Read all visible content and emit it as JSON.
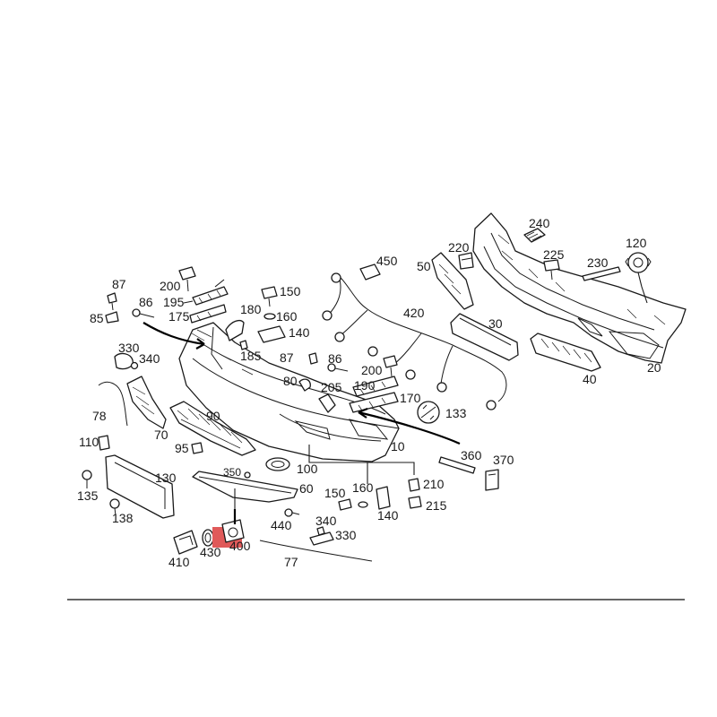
{
  "diagram": {
    "highlight_color": "#e05a5a",
    "labels": [
      {
        "id": "l240",
        "text": "240"
      },
      {
        "id": "l120",
        "text": "120"
      },
      {
        "id": "l220",
        "text": "220"
      },
      {
        "id": "l225",
        "text": "225"
      },
      {
        "id": "l230",
        "text": "230"
      },
      {
        "id": "l450",
        "text": "450"
      },
      {
        "id": "l50",
        "text": "50"
      },
      {
        "id": "l200a",
        "text": "200"
      },
      {
        "id": "l87a",
        "text": "87"
      },
      {
        "id": "l195",
        "text": "195"
      },
      {
        "id": "l150a",
        "text": "150"
      },
      {
        "id": "l86a",
        "text": "86"
      },
      {
        "id": "l175",
        "text": "175"
      },
      {
        "id": "l85",
        "text": "85"
      },
      {
        "id": "l180",
        "text": "180"
      },
      {
        "id": "l160a",
        "text": "160"
      },
      {
        "id": "l420",
        "text": "420"
      },
      {
        "id": "l30",
        "text": "30"
      },
      {
        "id": "l140a",
        "text": "140"
      },
      {
        "id": "l330a",
        "text": "330"
      },
      {
        "id": "l185",
        "text": "185"
      },
      {
        "id": "l87b",
        "text": "87"
      },
      {
        "id": "l86b",
        "text": "86"
      },
      {
        "id": "l340a",
        "text": "340"
      },
      {
        "id": "l200b",
        "text": "200"
      },
      {
        "id": "l20",
        "text": "20"
      },
      {
        "id": "l40",
        "text": "40"
      },
      {
        "id": "l80",
        "text": "80"
      },
      {
        "id": "l205",
        "text": "205"
      },
      {
        "id": "l190",
        "text": "190"
      },
      {
        "id": "l170",
        "text": "170"
      },
      {
        "id": "l133",
        "text": "133"
      },
      {
        "id": "l78",
        "text": "78"
      },
      {
        "id": "l90",
        "text": "90"
      },
      {
        "id": "l70",
        "text": "70"
      },
      {
        "id": "l110",
        "text": "110"
      },
      {
        "id": "l95",
        "text": "95"
      },
      {
        "id": "l10",
        "text": "10"
      },
      {
        "id": "l360",
        "text": "360"
      },
      {
        "id": "l370",
        "text": "370"
      },
      {
        "id": "l350",
        "text": "350"
      },
      {
        "id": "l100",
        "text": "100"
      },
      {
        "id": "l130",
        "text": "130"
      },
      {
        "id": "l60",
        "text": "60"
      },
      {
        "id": "l210",
        "text": "210"
      },
      {
        "id": "l135",
        "text": "135"
      },
      {
        "id": "l150b",
        "text": "150"
      },
      {
        "id": "l160b",
        "text": "160"
      },
      {
        "id": "l215",
        "text": "215"
      },
      {
        "id": "l140b",
        "text": "140"
      },
      {
        "id": "l138",
        "text": "138"
      },
      {
        "id": "l440",
        "text": "440"
      },
      {
        "id": "l340b",
        "text": "340"
      },
      {
        "id": "l330b",
        "text": "330"
      },
      {
        "id": "l410",
        "text": "410"
      },
      {
        "id": "l430",
        "text": "430"
      },
      {
        "id": "l400",
        "text": "400"
      },
      {
        "id": "l77",
        "text": "77"
      }
    ]
  }
}
